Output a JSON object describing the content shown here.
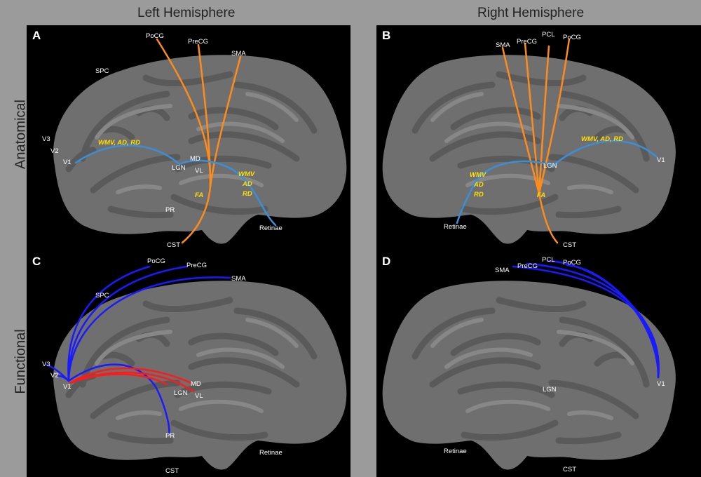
{
  "headers": {
    "left": "Left Hemisphere",
    "right": "Right Hemisphere",
    "anatomical": "Anatomical",
    "functional": "Functional"
  },
  "colors": {
    "orange": "#ff8c1a",
    "lightblue": "#3a8fd8",
    "blue": "#1a1aff",
    "red": "#ff1a1a",
    "yellow": "#ffe000"
  },
  "panels": {
    "A": {
      "letter": "A",
      "labels": {
        "pocg": "PoCG",
        "precg": "PreCG",
        "sma": "SMA",
        "spc": "SPC",
        "v3": "V3",
        "v2": "V2",
        "v1": "V1",
        "md": "MD",
        "lgn": "LGN",
        "vl": "VL",
        "pr": "PR",
        "cst": "CST",
        "retinae": "Retinae"
      },
      "metrics": {
        "wmv_ad_rd": "WMV, AD, RD",
        "wmv": "WMV",
        "ad": "AD",
        "rd": "RD",
        "fa": "FA"
      }
    },
    "B": {
      "letter": "B",
      "labels": {
        "sma": "SMA",
        "precg": "PreCG",
        "pcl": "PCL",
        "pocg": "PoCG",
        "lgn": "LGN",
        "v1": "V1",
        "retinae": "Retinae",
        "cst": "CST"
      },
      "metrics": {
        "wmv_ad_rd": "WMV, AD, RD",
        "wmv": "WMV",
        "ad": "AD",
        "rd": "RD",
        "fa": "FA"
      }
    },
    "C": {
      "letter": "C",
      "labels": {
        "pocg": "PoCG",
        "precg": "PreCG",
        "sma": "SMA",
        "spc": "SPC",
        "v3": "V3",
        "v2": "V2",
        "v1": "V1",
        "md": "MD",
        "lgn": "LGN",
        "vl": "VL",
        "pr": "PR",
        "retinae": "Retinae",
        "cst": "CST"
      }
    },
    "D": {
      "letter": "D",
      "labels": {
        "sma": "SMA",
        "precg": "PreCG",
        "pcl": "PCL",
        "pocg": "PoCG",
        "v1": "V1",
        "lgn": "LGN",
        "retinae": "Retinae",
        "cst": "CST"
      }
    }
  }
}
